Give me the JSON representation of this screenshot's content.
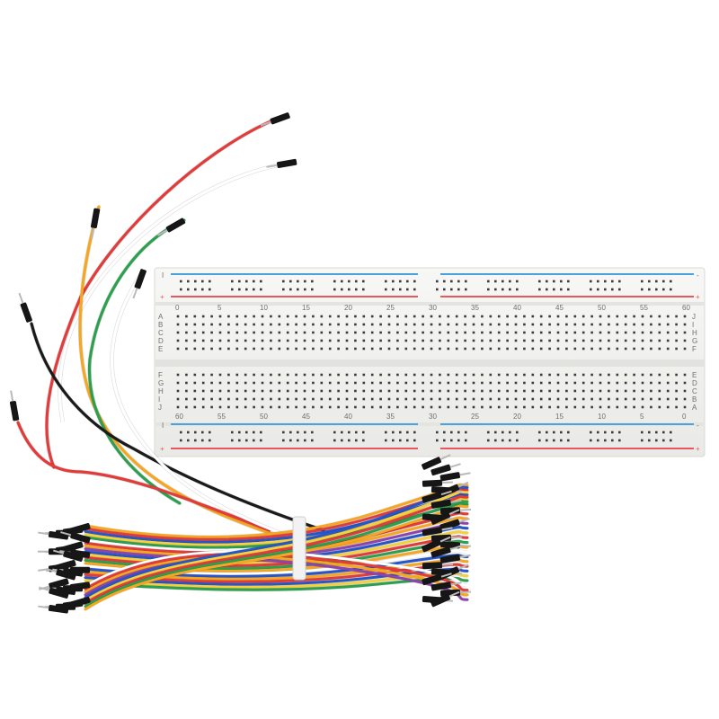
{
  "breadboard": {
    "top_columns": [
      "0",
      "5",
      "10",
      "15",
      "20",
      "25",
      "30",
      "35",
      "40",
      "45",
      "50",
      "55",
      "60"
    ],
    "bottom_columns": [
      "60",
      "55",
      "50",
      "45",
      "40",
      "35",
      "30",
      "25",
      "20",
      "15",
      "10",
      "5",
      "0"
    ],
    "top_rows_left": [
      "A",
      "B",
      "C",
      "D",
      "E"
    ],
    "top_rows_right": [
      "J",
      "I",
      "H",
      "G",
      "F"
    ],
    "bottom_rows_left": [
      "F",
      "G",
      "H",
      "I",
      "J"
    ],
    "bottom_rows_right": [
      "E",
      "D",
      "C",
      "B",
      "A"
    ],
    "rail_minus": "-",
    "rail_plus": "+",
    "rail_minus_short": "I",
    "colors": {
      "board": "#f3f3f1",
      "blue_rail": "#4aa3df",
      "red_rail": "#e8575f",
      "hole": "#3b3b3b"
    }
  },
  "jumper_wires": {
    "wire_colors": [
      "#e23b3b",
      "#f5a623",
      "#f4d03f",
      "#2e9e4f",
      "#2756c9",
      "#ffffff",
      "#8e44ad",
      "#1a1a1a"
    ],
    "tie": "cable-tie"
  }
}
